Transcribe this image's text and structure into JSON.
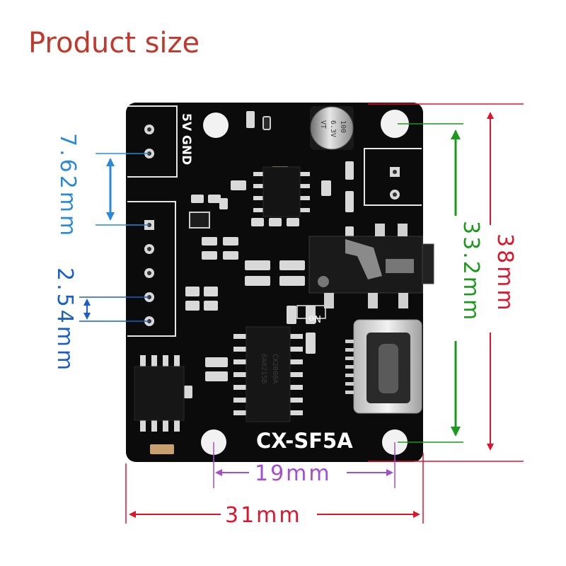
{
  "title": "Product size",
  "board": {
    "model_label": "CX-SF5A",
    "power_label": "5V GND",
    "capacitor_text": [
      "100",
      "6.3V",
      "VT"
    ],
    "chip_main_text": [
      "CX2000A",
      "6A0215B"
    ],
    "chip_top_text": "",
    "chip_left_text": "",
    "no_label": "No"
  },
  "dimensions": {
    "width_total": "31mm",
    "height_total": "38mm",
    "hole_spacing_horizontal": "19mm",
    "hole_spacing_vertical": "33.2mm",
    "connector_spacing": "7.62mm",
    "pin_pitch": "2.54mm"
  },
  "colors": {
    "title": "#c0392b",
    "red": "#e0132a",
    "green": "#1a9a1a",
    "purple": "#a64ccf",
    "blue": "#2a8ad8",
    "blue_dark": "#1a5fc8",
    "board": "#0b0b0b"
  }
}
